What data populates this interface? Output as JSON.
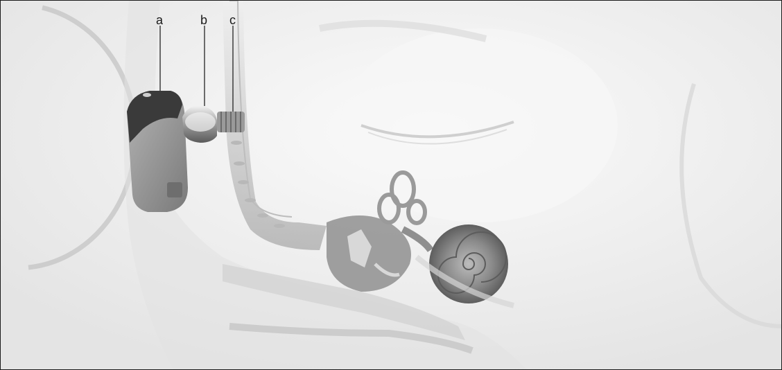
{
  "labels": {
    "a": "a",
    "b": "b",
    "c": "c"
  },
  "colors": {
    "background": "#f3f3f3",
    "skin": "#e9e9e9",
    "bone": "#d6d6d6",
    "device": "#8e8e8e",
    "device_dark": "#3a3a3a",
    "cochlea": "#7a7a7a",
    "leader_line": "#222222"
  }
}
